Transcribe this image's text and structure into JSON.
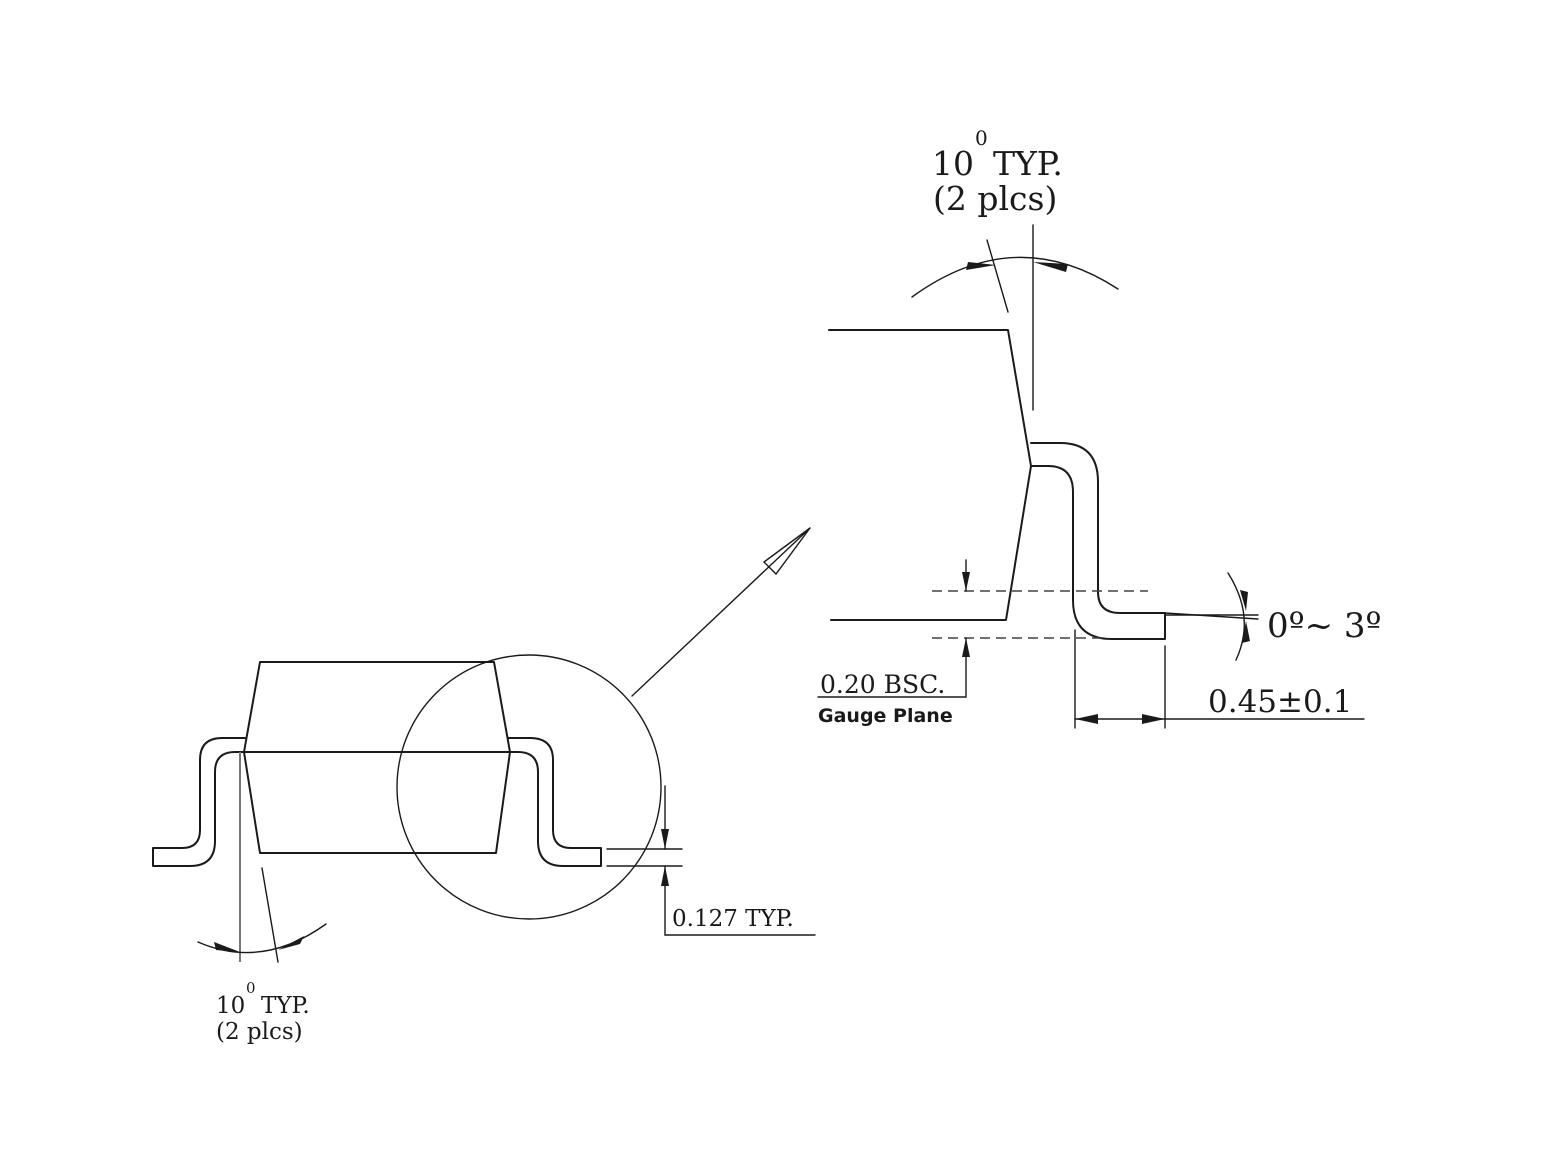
{
  "labels": {
    "top_angle_value": "10",
    "top_angle_sup": "0",
    "top_angle_typ": "TYP.",
    "top_angle_count": "(2  plcs)",
    "bottom_angle_value": "10",
    "bottom_angle_sup": "0",
    "bottom_angle_typ": "TYP.",
    "bottom_angle_count": "(2  plcs)",
    "lead_angle": "0º~ 3º",
    "gauge_dim": "0.20  BSC.",
    "gauge_plane": "Gauge  Plane",
    "lead_length": "0.45±0.1",
    "lead_thickness": "0.127  TYP."
  }
}
